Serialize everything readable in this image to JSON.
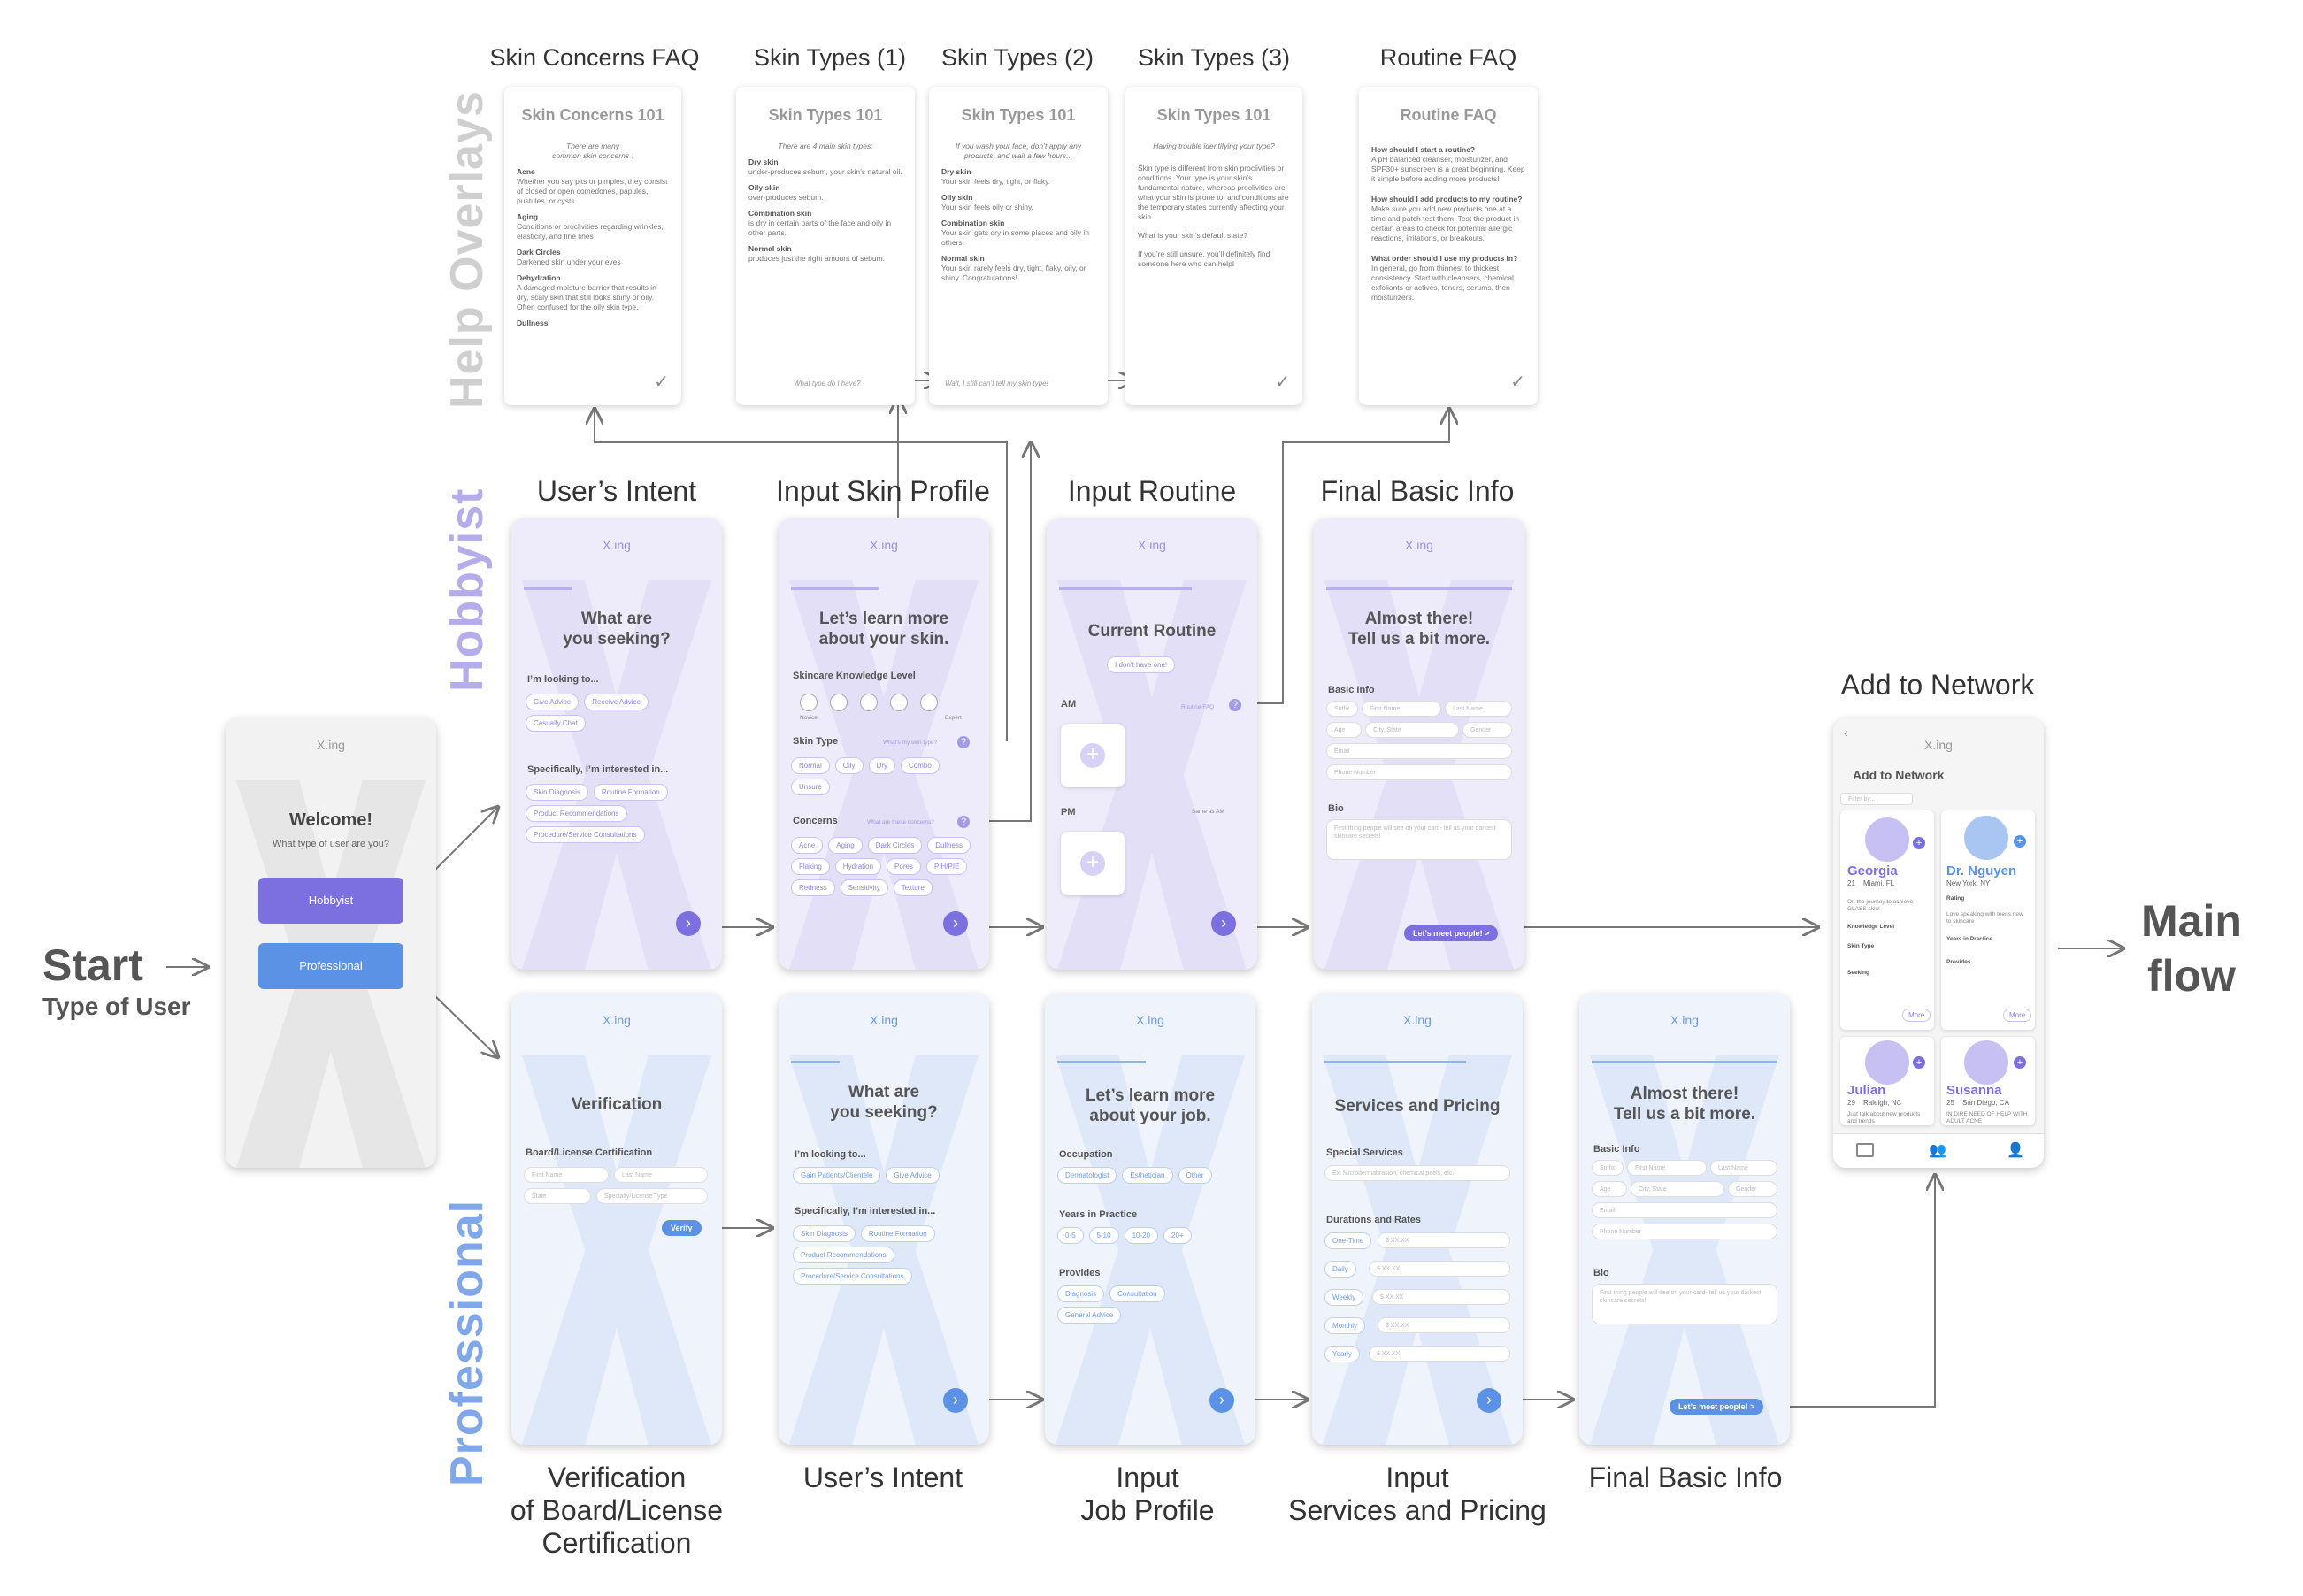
{
  "start": {
    "title": "Start",
    "subtitle": "Type of User"
  },
  "main_flow": {
    "line1": "Main",
    "line2": "flow"
  },
  "lanes": {
    "help": "Help Overlays",
    "hobbyist": "Hobbyist",
    "professional": "Professional"
  },
  "colors": {
    "hobbyist": "#b5acec",
    "professional": "#7fa7ea",
    "help": "#c9c9c9",
    "purple": "#7c6fe0",
    "blue": "#5b92e5"
  },
  "help_titles": [
    "Skin Concerns FAQ",
    "Skin Types (1)",
    "Skin Types (2)",
    "Skin Types (3)",
    "Routine FAQ"
  ],
  "hobby_titles": [
    "User’s Intent",
    "Input Skin Profile",
    "Input Routine",
    "Final Basic Info"
  ],
  "pro_titles": [
    "Verification\nof Board/License\nCertification",
    "User’s Intent",
    "Input\nJob Profile",
    "Input\nServices and Pricing",
    "Final Basic Info"
  ],
  "network_title": "Add to Network",
  "logo": "X.ing",
  "start_screen": {
    "welcome": "Welcome!",
    "question": "What type of user are you?",
    "btn_hobby": "Hobbyist",
    "btn_pro": "Professional"
  },
  "faq": {
    "concerns": {
      "head": "Skin Concerns 101",
      "intro": "There are many\ncommon skin concerns :",
      "items": [
        [
          "Acne",
          "Whether you say pits or pimples, they consist of closed or open comedones, papules, pustules, or cysts"
        ],
        [
          "Aging",
          "Conditions or proclivities regarding wrinkles, elasticity, and fine lines"
        ],
        [
          "Dark Circles",
          "Darkened skin under your eyes"
        ],
        [
          "Dehydration",
          "A damaged moisture barrier that results in dry, scaly skin that still looks shiny or oily. Often confused for the oily skin type."
        ],
        [
          "Dullness",
          ""
        ]
      ]
    },
    "types1": {
      "head": "Skin Types 101",
      "intro": "There are 4 main skin types:",
      "items": [
        [
          "Dry skin",
          "under-produces sebum, your skin’s natural oil."
        ],
        [
          "Oily skin",
          "over-produces sebum."
        ],
        [
          "Combination skin",
          "is dry in certain parts of the face and oily in other parts."
        ],
        [
          "Normal skin",
          "produces just the right amount of sebum."
        ]
      ],
      "foot": "What type do I have?"
    },
    "types2": {
      "head": "Skin Types 101",
      "intro": "If you wash your face, don’t apply any products, and wait a few hours...",
      "items": [
        [
          "Dry skin",
          "Your skin feels dry, tight, or flaky."
        ],
        [
          "Oily skin",
          "Your skin feels oily or shiny."
        ],
        [
          "Combination skin",
          "Your skin gets dry in some places and oily in others."
        ],
        [
          "Normal skin",
          "Your skin rarely feels dry, tight, flaky, oily, or shiny. Congratulations!"
        ]
      ],
      "foot": "Wait, I still can’t tell my skin type!"
    },
    "types3": {
      "head": "Skin Types 101",
      "intro": "Having trouble identifying your type?",
      "body": "Skin type is different from skin proclivities or conditions. Your type is your skin’s fundamental nature, whereas proclivities are what your skin is prone to, and conditions are the temporary states currently affecting your skin.",
      "q": "What is your skin’s default state?",
      "a": "If you’re still unsure, you’ll definitely find someone here who can help!"
    },
    "routine": {
      "head": "Routine FAQ",
      "items": [
        [
          "How should I start a routine?",
          "A pH balanced cleanser, moisturizer, and SPF30+ sunscreen is a great beginning. Keep it simple before adding more products!"
        ],
        [
          "How should I add products to my routine?",
          "Make sure you add new products one at a time and patch test them. Test the product in certain areas to check for potential allergic reactions, irritations, or breakouts."
        ],
        [
          "What order should I use my products in?",
          "In general, go from thinnest to thickest consistency. Start with cleansers, chemical exfoliants or actives, toners, serums, then moisturizers."
        ]
      ]
    }
  },
  "h_intent": {
    "title": "What are\nyou seeking?",
    "looking": "I’m looking to...",
    "look_chips": [
      "Give Advice",
      "Receive Advice",
      "Casually Chat"
    ],
    "interest": "Specifically, I’m interested in...",
    "int_chips": [
      "Skin Diagnosis",
      "Routine Formation",
      "Product Recommendations",
      "Procedure/Service Consultations"
    ]
  },
  "h_skin": {
    "title": "Let’s learn more\nabout your skin.",
    "knowledge": "Skincare Knowledge Level",
    "novice": "Novice",
    "expert": "Expert",
    "type": "Skin Type",
    "type_help": "What’s my skin type?",
    "type_chips": [
      "Normal",
      "Oily",
      "Dry",
      "Combo",
      "Unsure"
    ],
    "concerns": "Concerns",
    "concerns_help": "What are these concerns?",
    "concern_chips": [
      "Acne",
      "Aging",
      "Dark Circles",
      "Dullness",
      "Flaking",
      "Hydration",
      "Pores",
      "PIH/PIE",
      "Redness",
      "Sensitivity",
      "Texture"
    ]
  },
  "h_routine": {
    "title": "Current Routine",
    "none": "I don’t have one!",
    "am": "AM",
    "faq": "Routine FAQ",
    "pm": "PM",
    "same": "Same as AM"
  },
  "final": {
    "title": "Almost there!\nTell us a bit more.",
    "basic": "Basic Info",
    "suffix": "Suffix",
    "first": "First Name",
    "last": "Last Name",
    "age": "Age",
    "city": "City, State",
    "gender": "Gender",
    "email": "Email",
    "phone": "Phone Number",
    "bio": "Bio",
    "bio_ph": "First thing people will see on your card- tell us your darkest skincare secrets!",
    "cta": "Let’s meet people! >"
  },
  "p_verify": {
    "title": "Verification",
    "board": "Board/License Certification",
    "first": "First Name",
    "last": "Last Name",
    "state": "State",
    "specialty": "Specialty/License Type",
    "verify": "Verify"
  },
  "p_intent": {
    "title": "What are\nyou seeking?",
    "looking": "I’m looking to...",
    "look_chips": [
      "Gain Patients/Clientele",
      "Give Advice"
    ],
    "interest": "Specifically, I’m interested in...",
    "int_chips": [
      "Skin Diagnosis",
      "Routine Formation",
      "Product Recommendations",
      "Procedure/Service Consultations"
    ]
  },
  "p_job": {
    "title": "Let’s learn more\nabout your job.",
    "occupation": "Occupation",
    "occ_chips": [
      "Dermatologist",
      "Esthetician",
      "Other"
    ],
    "years": "Years in Practice",
    "year_chips": [
      "0-5",
      "5-10",
      "10-20",
      "20+"
    ],
    "provides": "Provides",
    "prov_chips": [
      "Diagnosis",
      "Consultation",
      "General Advice"
    ]
  },
  "p_services": {
    "title": "Services and Pricing",
    "special": "Special Services",
    "special_ph": "Ex. Microdermabrasion, chemical peels, etc.",
    "durations": "Durations and Rates",
    "rates": [
      "One-Time",
      "Daily",
      "Weekly",
      "Monthly",
      "Yearly"
    ],
    "price_ph": "$ XX.XX"
  },
  "network": {
    "header": "Add to Network",
    "filter": "Filter by...",
    "people": [
      {
        "name": "Georgia",
        "age": "21",
        "loc": "Miami, FL",
        "bio": "On the journey to achieve GLASS skin!",
        "k": "Knowledge Level",
        "t": "Skin Type",
        "s": "Seeking",
        "more": "More"
      },
      {
        "name": "Dr. Nguyen",
        "age": "",
        "loc": "New York, NY",
        "bio": "Love speaking with teens new to skincare",
        "k": "Rating",
        "t": "Years in Practice",
        "s": "Provides",
        "more": "More"
      },
      {
        "name": "Julian",
        "age": "29",
        "loc": "Raleigh, NC",
        "bio": "Just talk about new products and trends"
      },
      {
        "name": "Susanna",
        "age": "25",
        "loc": "San Diego, CA",
        "bio": "IN DIRE NEED OF HELP WITH ADULT ACNE"
      }
    ]
  }
}
